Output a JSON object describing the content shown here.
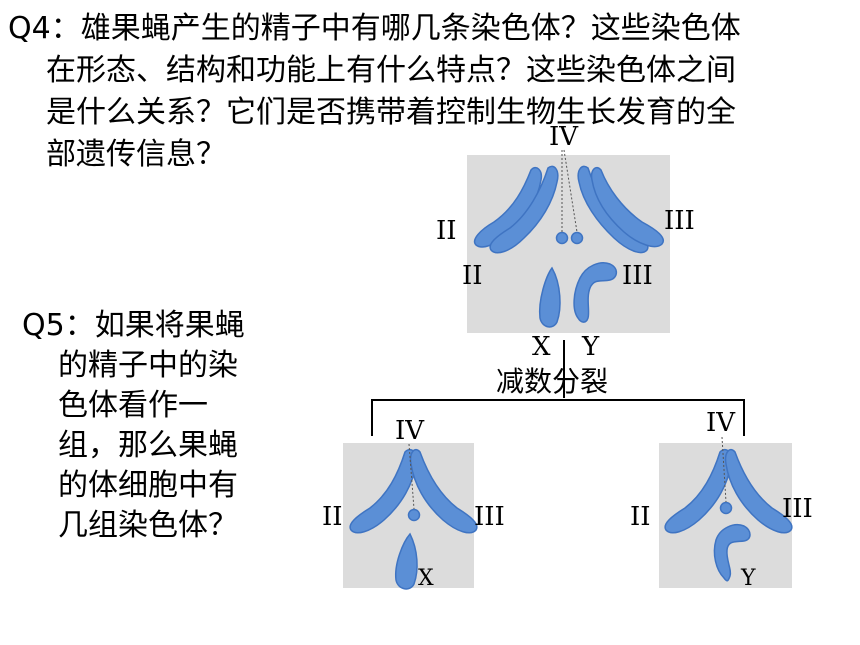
{
  "q4": {
    "lines": [
      "Q4：雄果蝇产生的精子中有哪几条染色体？这些染色体",
      "在形态、结构和功能上有什么特点？这些染色体之间",
      "是什么关系？它们是否携带着控制生物生长发育的全",
      "部遗传信息？"
    ]
  },
  "q5": {
    "lines": [
      "Q5：如果将果蝇",
      "的精子中的染",
      "色体看作一",
      "组，那么果蝇",
      "的体细胞中有",
      "几组染色体？"
    ]
  },
  "diagram": {
    "top_labels": {
      "iv": "IV",
      "ii_upper": "II",
      "ii_lower": "II",
      "iii_upper": "III",
      "iii_lower": "III",
      "x": "X",
      "y": "Y"
    },
    "process_label": "减数分裂",
    "left_labels": {
      "iv": "IV",
      "ii": "II",
      "iii": "III",
      "x": "X"
    },
    "right_labels": {
      "iv": "IV",
      "ii": "II",
      "iii": "III",
      "y": "Y"
    },
    "colors": {
      "chromosome": "#5b8fd6",
      "chromosome_edge": "#3f74c2",
      "panel": "#dcdcdc",
      "line": "#000000"
    }
  }
}
